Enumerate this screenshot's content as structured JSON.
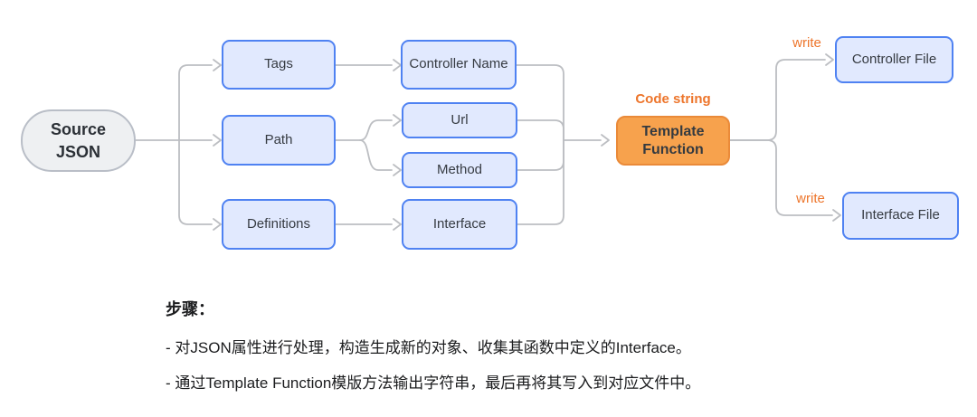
{
  "nodes": {
    "source": "Source\nJSON",
    "tags": "Tags",
    "path": "Path",
    "definitions": "Definitions",
    "controller_name": "Controller Name",
    "url": "Url",
    "method": "Method",
    "interface": "Interface",
    "template_function": "Template\nFunction",
    "controller_file": "Controller File",
    "interface_file": "Interface File"
  },
  "edge_labels": {
    "code_string": "Code string",
    "write_top": "write",
    "write_bottom": "write"
  },
  "steps": {
    "title": "步骤：",
    "items": [
      "- 对JSON属性进行处理，构造生成新的对象、收集其函数中定义的Interface。",
      "- 通过Template Function模版方法输出字符串，最后再将其写入到对应文件中。"
    ]
  },
  "colors": {
    "node_fill": "#e1e9fe",
    "node_border": "#4f82f2",
    "accent_fill": "#f7a24d",
    "accent_border": "#ea8a39",
    "accent_text": "#ed752b",
    "connector": "#bcbec2",
    "source_fill": "#eef0f2",
    "source_border": "#b9bec7",
    "text": "#363b42"
  }
}
